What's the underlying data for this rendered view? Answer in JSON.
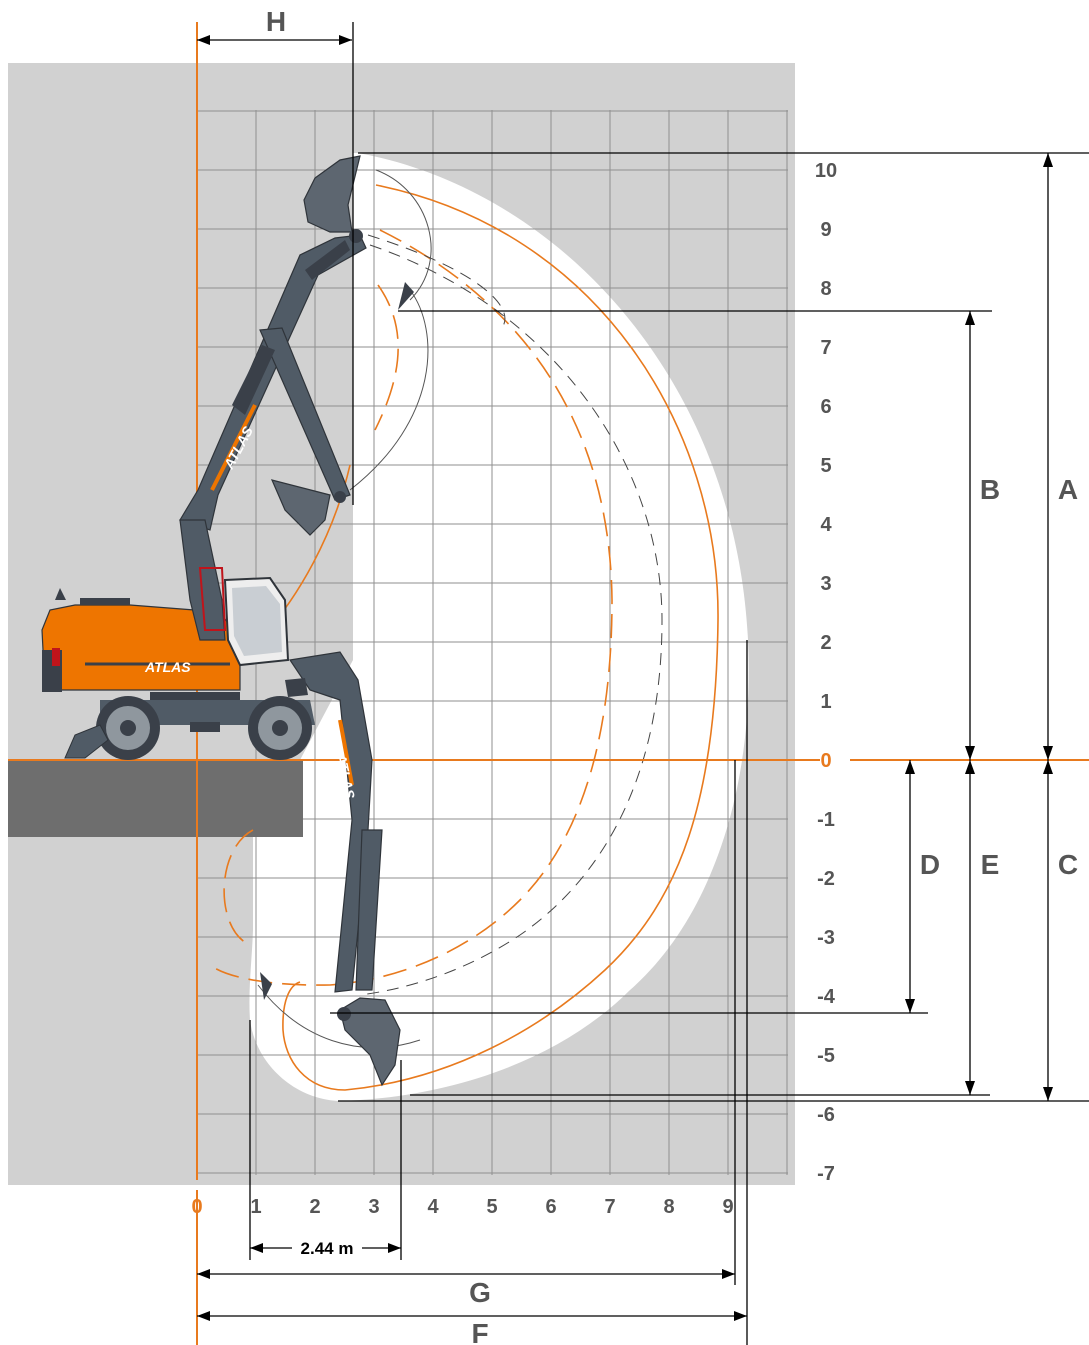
{
  "diagram": {
    "colors": {
      "orange": "#e87a1e",
      "grid_bg": "#d1d1d1",
      "envelope_fill": "#ffffff",
      "ground": "#6e6e6e",
      "machine": "#505b66",
      "machine_dark": "#3a4049",
      "body_orange": "#ee7500",
      "text_gray": "#555555",
      "line": "#000000"
    },
    "x_ticks": [
      "0",
      "1",
      "2",
      "3",
      "4",
      "5",
      "6",
      "7",
      "8",
      "9"
    ],
    "y_ticks": [
      "10",
      "9",
      "8",
      "7",
      "6",
      "5",
      "4",
      "3",
      "2",
      "1",
      "0",
      "-1",
      "-2",
      "-3",
      "-4",
      "-5",
      "-6",
      "-7"
    ],
    "dimensions": {
      "A": "A",
      "B": "B",
      "C": "C",
      "D": "D",
      "E": "E",
      "F": "F",
      "G": "G",
      "H": "H",
      "bucket_width": "2.44 m"
    },
    "logo_text": "ATLAS"
  }
}
